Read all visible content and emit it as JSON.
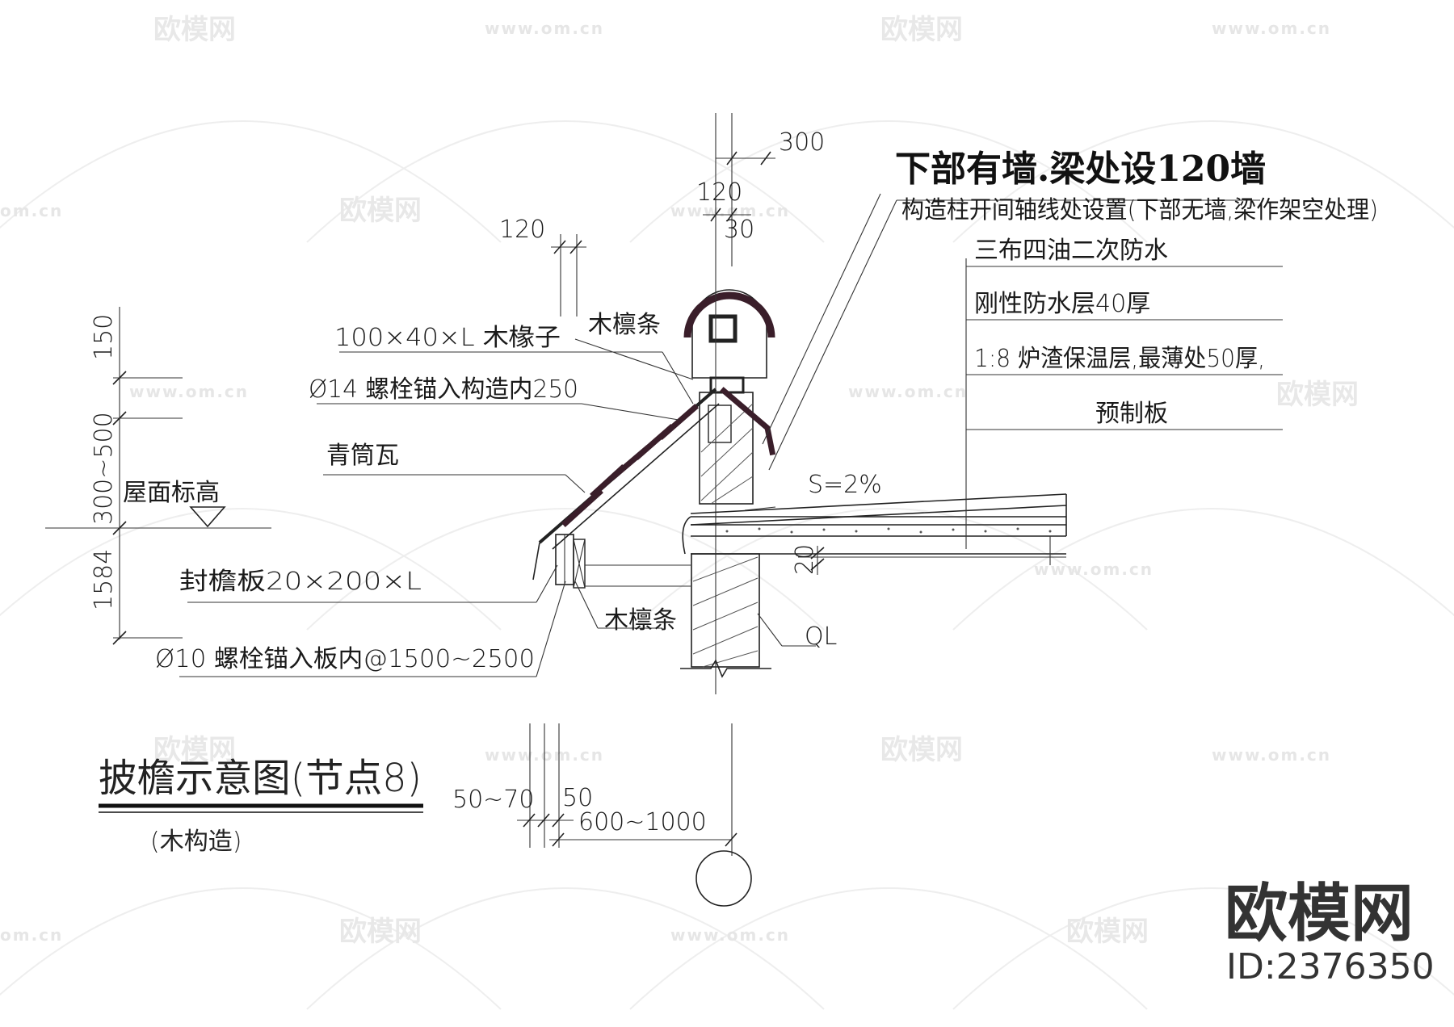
{
  "watermark": {
    "logo_text": "欧模网",
    "url_text": "www.om.cn",
    "url_fragment": "om.cn"
  },
  "brand": {
    "name": "欧模网",
    "id_label": "ID:2376350"
  },
  "headline": "下部有墙.梁处设120墙",
  "notes": {
    "column_note": "构造柱开间轴线处设置(下部无墙,梁作架空处理)",
    "rafter": "100×40×L 木椽子",
    "purlin_top": "木檩条",
    "bolt_14": "Ø14 螺栓锚入构造内250",
    "tile": "青筒瓦",
    "roof_level": "屋面标高",
    "fascia": "封檐板20×200×L",
    "purlin_bottom": "木檩条",
    "bolt_10": "Ø10 螺栓锚入板内@1500~2500",
    "slope": "S=2%",
    "ql": "QL"
  },
  "layers": [
    "三布四油二次防水",
    "刚性防水层40厚",
    "1:8 炉渣保温层,最薄处50厚,",
    "预制板"
  ],
  "dimensions": {
    "top_300": "300",
    "top_120": "120",
    "top_30": "30",
    "left_120": "120",
    "v_150": "150",
    "v_300_500": "300~500",
    "v_1584": "1584",
    "bottom_50_70": "50~70",
    "bottom_50": "50",
    "bottom_600_1000": "600~1000",
    "gap_20": "20"
  },
  "title": {
    "main": "披檐示意图(节点8)",
    "sub": "(木构造)"
  }
}
